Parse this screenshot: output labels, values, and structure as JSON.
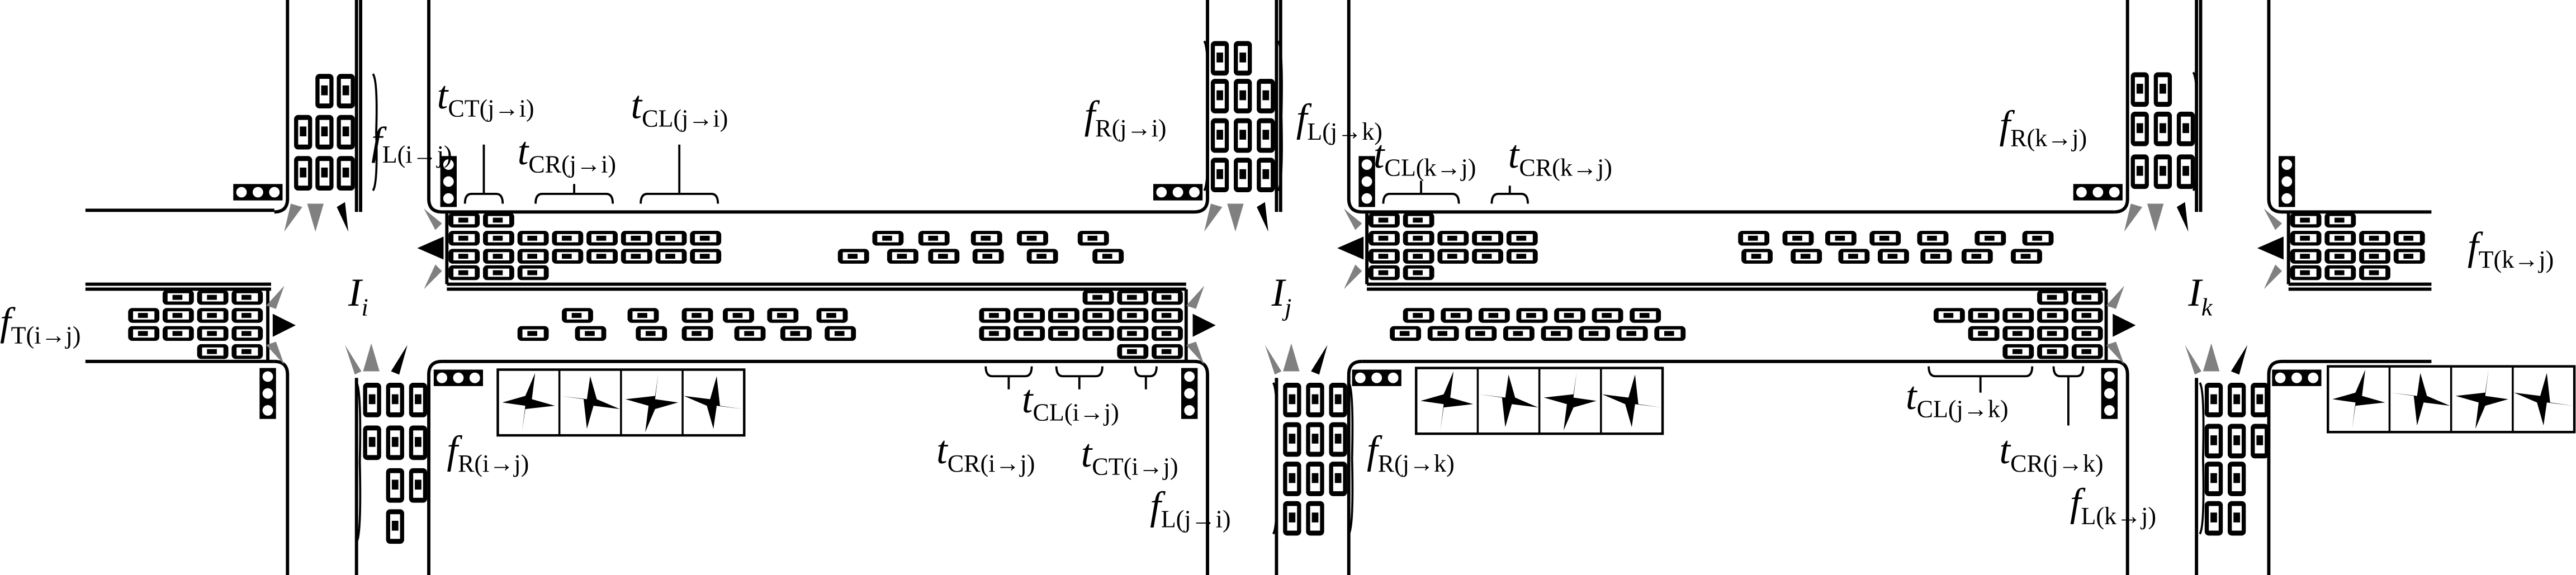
{
  "diagram": {
    "intersections": [
      {
        "main": "I",
        "sub": "i"
      },
      {
        "main": "I",
        "sub": "j"
      },
      {
        "main": "I",
        "sub": "k"
      }
    ],
    "labels": {
      "fLij": {
        "main": "f",
        "sub": "L(i→j)"
      },
      "fTij": {
        "main": "f",
        "sub": "T(i→j)"
      },
      "fRij": {
        "main": "f",
        "sub": "R(i→j)"
      },
      "tCTji": {
        "main": "t",
        "sub": "CT(j→i)"
      },
      "tCRji": {
        "main": "t",
        "sub": "CR(j→i)"
      },
      "tCLji": {
        "main": "t",
        "sub": "CL(j→i)"
      },
      "fRji": {
        "main": "f",
        "sub": "R(j→i)"
      },
      "tCLij": {
        "main": "t",
        "sub": "CL(i→j)"
      },
      "tCRij": {
        "main": "t",
        "sub": "CR(i→j)"
      },
      "tCTij": {
        "main": "t",
        "sub": "CT(i→j)"
      },
      "fLji": {
        "main": "f",
        "sub": "L(j→i)"
      },
      "fLjk": {
        "main": "f",
        "sub": "L(j→k)"
      },
      "tCLkj": {
        "main": "t",
        "sub": "CL(k→j)"
      },
      "tCRkj": {
        "main": "t",
        "sub": "CR(k→j)"
      },
      "fRjk": {
        "main": "f",
        "sub": "R(j→k)"
      },
      "tCLjk": {
        "main": "t",
        "sub": "CL(j→k)"
      },
      "tCRjk": {
        "main": "t",
        "sub": "CR(j→k)"
      },
      "fRkj": {
        "main": "f",
        "sub": "R(k→j)"
      },
      "fLkj": {
        "main": "f",
        "sub": "L(k→j)"
      },
      "fTkj": {
        "main": "f",
        "sub": "T(k→j)"
      }
    },
    "colors": {
      "ink": "#000000",
      "gray_arrow": "#808080",
      "background": "#ffffff"
    }
  }
}
